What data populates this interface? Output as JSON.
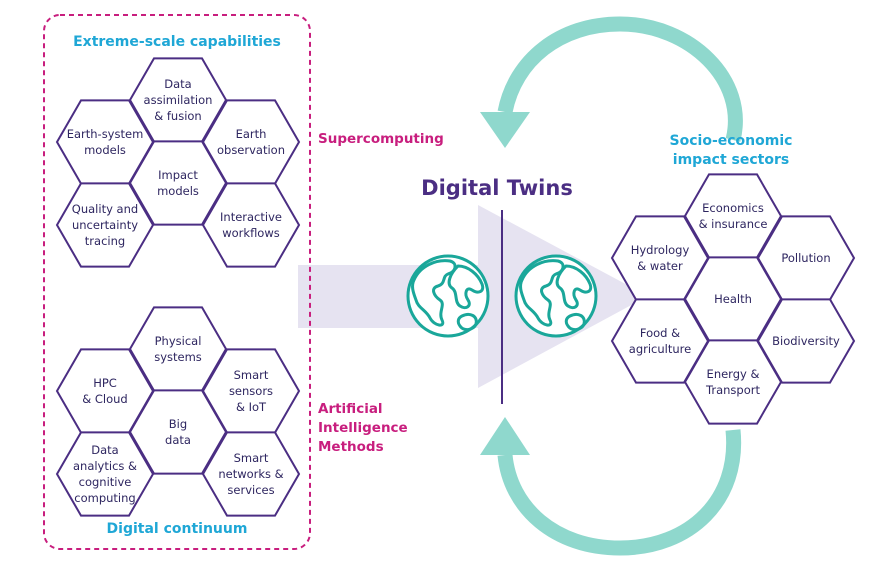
{
  "colors": {
    "hex_stroke": "#4b2e83",
    "hex_text": "#2e2660",
    "title_cyan": "#1fa7d6",
    "label_magenta": "#c81e7e",
    "cycle_arrow_teal": "#8fd8cd",
    "globe_teal": "#1aa79a",
    "big_arrow_lavender": "#e6e3f1"
  },
  "top_group": {
    "title": "Extreme-scale capabilities",
    "side_label": "Supercomputing",
    "hexes": [
      {
        "id": "data-assimilation",
        "lines": [
          "Data",
          "assimilation",
          "& fusion"
        ]
      },
      {
        "id": "earth-system-models",
        "lines": [
          "Earth-system",
          "models"
        ]
      },
      {
        "id": "earth-observation",
        "lines": [
          "Earth",
          "observation"
        ]
      },
      {
        "id": "impact-models",
        "lines": [
          "Impact",
          "models"
        ]
      },
      {
        "id": "quality-uncertainty",
        "lines": [
          "Quality and",
          "uncertainty",
          "tracing"
        ]
      },
      {
        "id": "interactive-workflows",
        "lines": [
          "Interactive",
          "workflows"
        ]
      }
    ]
  },
  "bottom_group": {
    "title": "Digital continuum",
    "side_label_lines": [
      "Artificial",
      "Intelligence",
      "Methods"
    ],
    "hexes": [
      {
        "id": "physical-systems",
        "lines": [
          "Physical",
          "systems"
        ]
      },
      {
        "id": "hpc-cloud",
        "lines": [
          "HPC",
          "& Cloud"
        ]
      },
      {
        "id": "smart-sensors",
        "lines": [
          "Smart",
          "sensors",
          "& IoT"
        ]
      },
      {
        "id": "big-data",
        "lines": [
          "Big",
          "data"
        ]
      },
      {
        "id": "data-analytics",
        "lines": [
          "Data",
          "analytics &",
          "cognitive",
          "computing"
        ]
      },
      {
        "id": "smart-networks",
        "lines": [
          "Smart",
          "networks &",
          "services"
        ]
      }
    ]
  },
  "center": {
    "title": "Digital Twins",
    "globe_icon": "globe-icon"
  },
  "right_group": {
    "title_lines": [
      "Socio-economic",
      "impact sectors"
    ],
    "hexes": [
      {
        "id": "economics-insurance",
        "lines": [
          "Economics",
          "& insurance"
        ]
      },
      {
        "id": "hydrology-water",
        "lines": [
          "Hydrology",
          "& water"
        ]
      },
      {
        "id": "pollution",
        "lines": [
          "Pollution"
        ]
      },
      {
        "id": "health",
        "lines": [
          "Health"
        ]
      },
      {
        "id": "food-agriculture",
        "lines": [
          "Food &",
          "agriculture"
        ]
      },
      {
        "id": "biodiversity",
        "lines": [
          "Biodiversity"
        ]
      },
      {
        "id": "energy-transport",
        "lines": [
          "Energy &",
          "Transport"
        ]
      }
    ]
  }
}
